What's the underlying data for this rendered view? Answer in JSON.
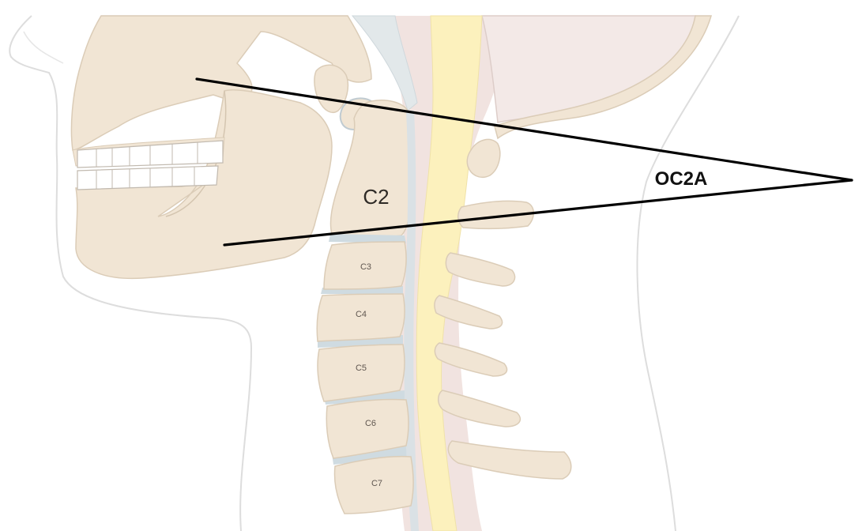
{
  "diagram": {
    "vertebra_c2": "C2",
    "vertebrae": [
      "C3",
      "C4",
      "C5",
      "C6",
      "C7"
    ],
    "angle_label": "OC2A",
    "colors": {
      "bone": "#efe2cf",
      "bone_outline": "#d6c5ad",
      "disc": "#c9d7dd",
      "cord": "#fcefb4",
      "dura": "#ecdcd9",
      "skin_outline": "#d7d7d7",
      "angle_lines": "#000000"
    }
  }
}
